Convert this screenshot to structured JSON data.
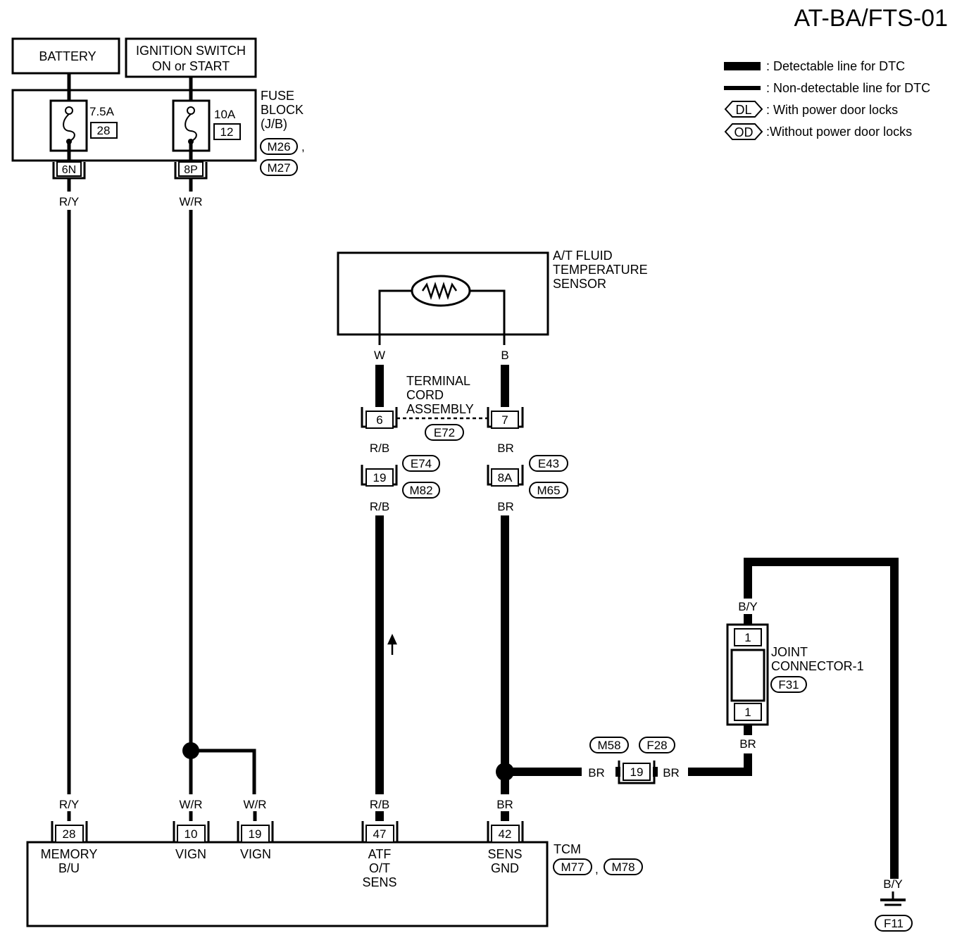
{
  "title": "AT-BA/FTS-01",
  "legend": {
    "detectable": ": Detectable line for DTC",
    "non_detectable": ": Non-detectable line for DTC",
    "dl_tag": "DL",
    "dl_text": ": With power door locks",
    "od_tag": "OD",
    "od_text": ":Without power door locks"
  },
  "battery": "BATTERY",
  "ignition": {
    "line1": "IGNITION SWITCH",
    "line2": "ON or START"
  },
  "fuse_block": {
    "line1": "FUSE",
    "line2": "BLOCK",
    "line3": "(J/B)",
    "conn1": "M26",
    "comma": ",",
    "conn2": "M27",
    "fuse1_amp": "7.5A",
    "fuse1_no": "28",
    "fuse2_amp": "10A",
    "fuse2_no": "12",
    "term1": "6N",
    "term2": "8P"
  },
  "wires": {
    "ry": "R/Y",
    "wr": "W/R",
    "w": "W",
    "b": "B",
    "rb": "R/B",
    "br": "BR",
    "by": "B/Y"
  },
  "sensor": {
    "line1": "A/T FLUID",
    "line2": "TEMPERATURE",
    "line3": "SENSOR"
  },
  "terminal_cord": {
    "line1": "TERMINAL",
    "line2": "CORD",
    "line3": "ASSEMBLY",
    "pin_left": "6",
    "pin_right": "7",
    "conn": "E72"
  },
  "connectors": {
    "pin19": "19",
    "pin8a": "8A",
    "e74": "E74",
    "m82": "M82",
    "e43": "E43",
    "m65": "M65",
    "m58": "M58",
    "f28": "F28",
    "inline_pin": "19"
  },
  "joint": {
    "line1": "JOINT",
    "line2": "CONNECTOR-1",
    "conn": "F31",
    "pin_top": "1",
    "pin_bottom": "1"
  },
  "ground": {
    "conn": "F11"
  },
  "tcm": {
    "label": "TCM",
    "conn1": "M77",
    "comma": ",",
    "conn2": "M78",
    "pins": [
      "28",
      "10",
      "19",
      "47",
      "42"
    ],
    "memory_l1": "MEMORY",
    "memory_l2": "B/U",
    "vign": "VIGN",
    "atf_l1": "ATF",
    "atf_l2": "O/T",
    "atf_l3": "SENS",
    "sens_l1": "SENS",
    "sens_l2": "GND"
  }
}
